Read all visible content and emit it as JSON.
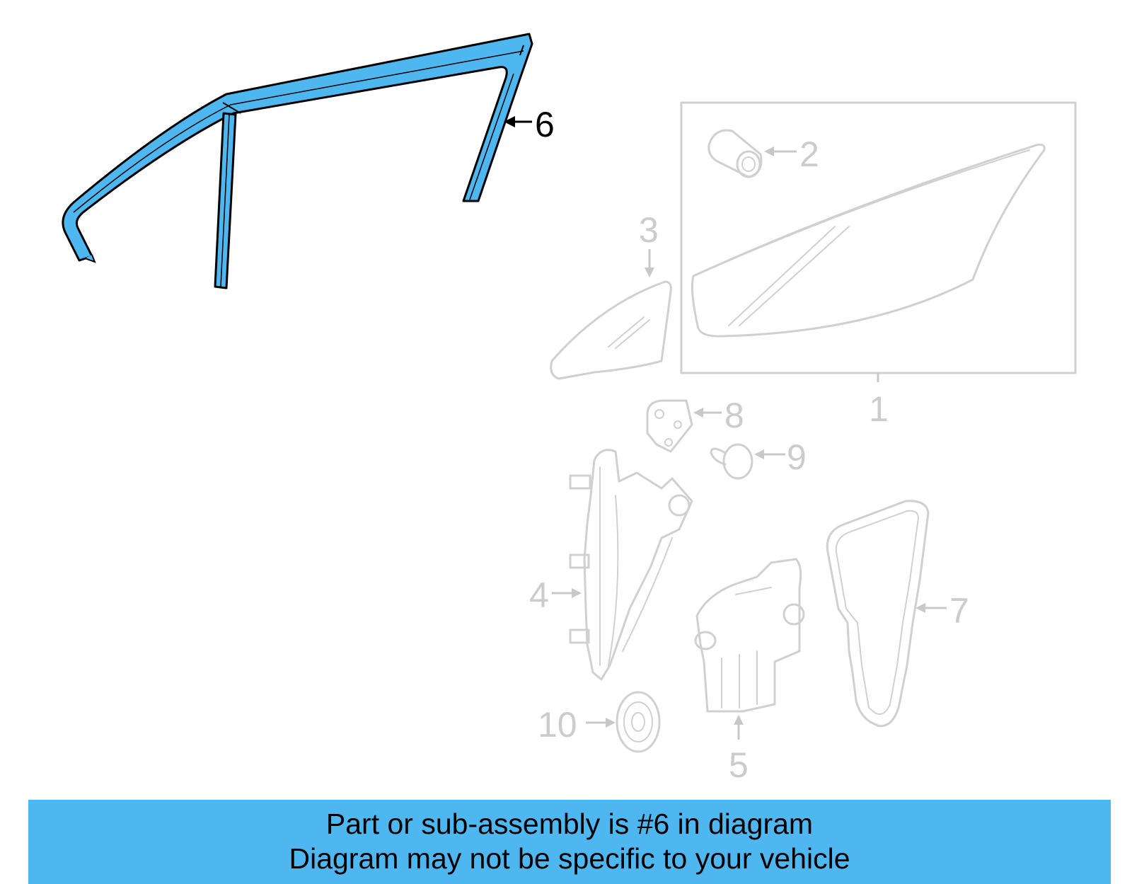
{
  "diagram": {
    "callouts": [
      {
        "id": "1",
        "label": "1",
        "highlighted": false
      },
      {
        "id": "2",
        "label": "2",
        "highlighted": false
      },
      {
        "id": "3",
        "label": "3",
        "highlighted": false
      },
      {
        "id": "4",
        "label": "4",
        "highlighted": false
      },
      {
        "id": "5",
        "label": "5",
        "highlighted": false
      },
      {
        "id": "6",
        "label": "6",
        "highlighted": true
      },
      {
        "id": "7",
        "label": "7",
        "highlighted": false
      },
      {
        "id": "8",
        "label": "8",
        "highlighted": false
      },
      {
        "id": "9",
        "label": "9",
        "highlighted": false
      },
      {
        "id": "10",
        "label": "10",
        "highlighted": false
      }
    ],
    "highlighted_part": "6",
    "colors": {
      "highlight_fill": "#4fb7ef",
      "ghost_stroke": "#d0d0d0",
      "banner": "#4fb7ef"
    }
  },
  "banner": {
    "line1": "Part or sub-assembly is #6 in diagram",
    "line2": "Diagram may not be specific to your vehicle"
  }
}
